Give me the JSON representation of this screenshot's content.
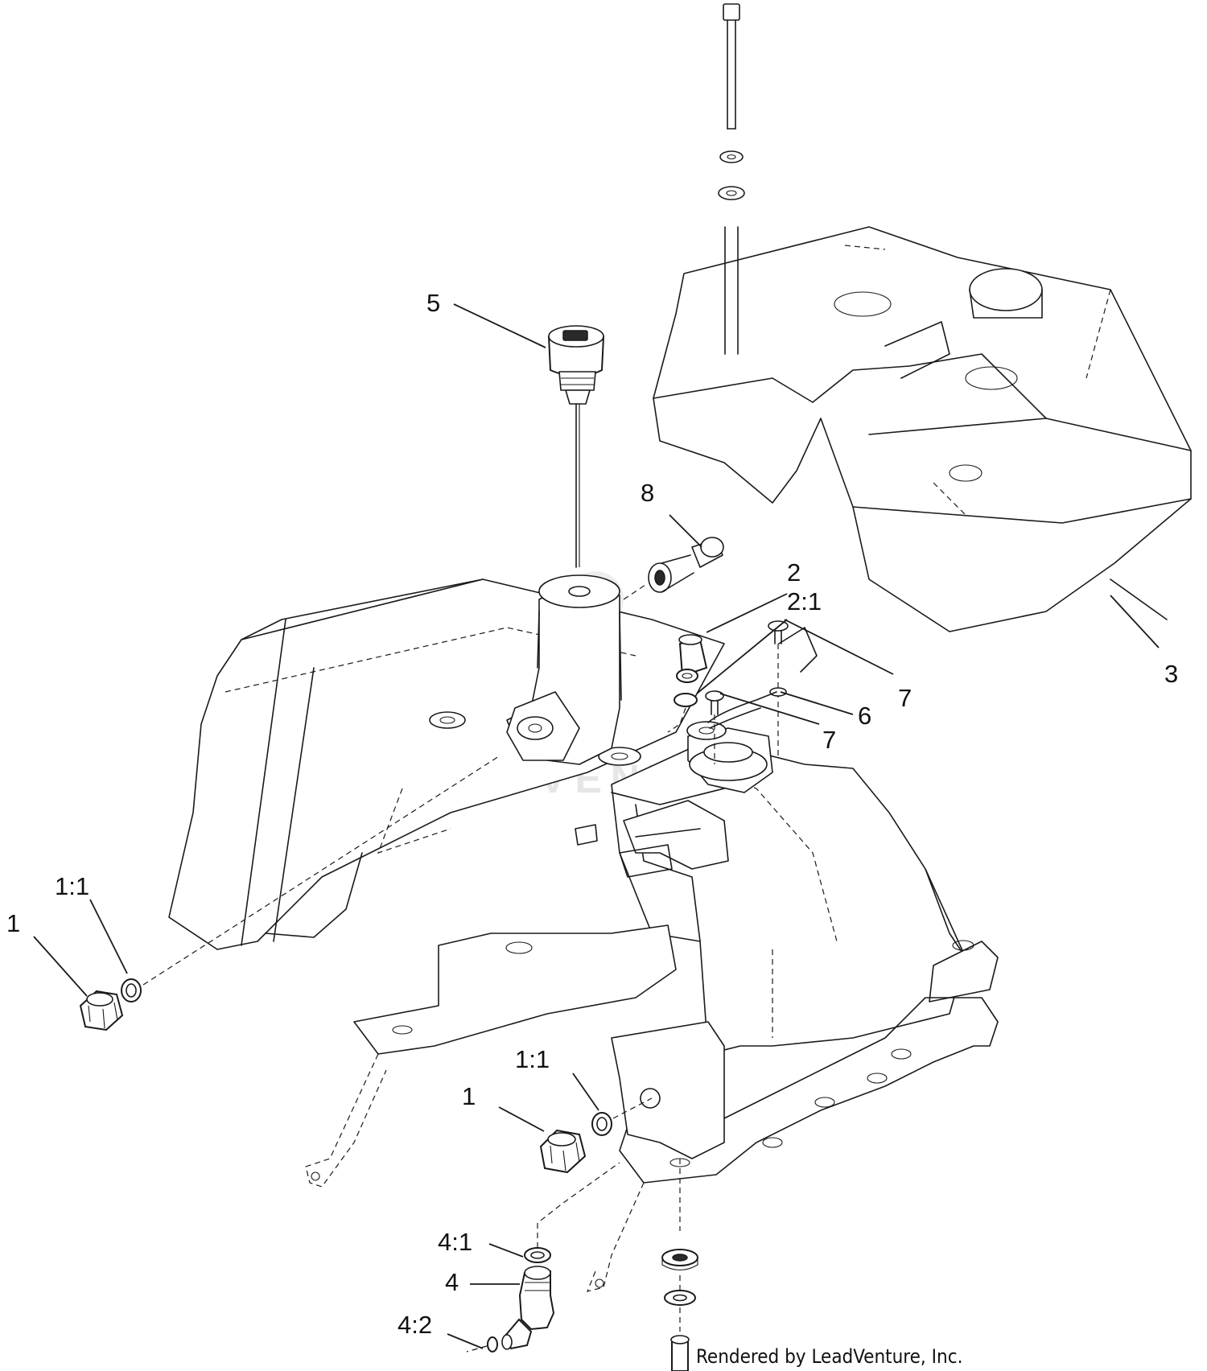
{
  "diagram": {
    "callouts": [
      {
        "id": "c-5",
        "label": "5"
      },
      {
        "id": "c-8",
        "label": "8"
      },
      {
        "id": "c-2",
        "label": "2"
      },
      {
        "id": "c-2-1",
        "label": "2:1"
      },
      {
        "id": "c-7a",
        "label": "7"
      },
      {
        "id": "c-6",
        "label": "6"
      },
      {
        "id": "c-7b",
        "label": "7"
      },
      {
        "id": "c-3",
        "label": "3"
      },
      {
        "id": "c-1-1-left",
        "label": "1:1"
      },
      {
        "id": "c-1-left",
        "label": "1"
      },
      {
        "id": "c-1-1-bottom",
        "label": "1:1"
      },
      {
        "id": "c-1-bottom",
        "label": "1"
      },
      {
        "id": "c-4-1",
        "label": "4:1"
      },
      {
        "id": "c-4",
        "label": "4"
      },
      {
        "id": "c-4-2",
        "label": "4:2"
      }
    ],
    "credit": "Rendered by LeadVenture, Inc.",
    "watermark": "LEADVENTURE"
  }
}
